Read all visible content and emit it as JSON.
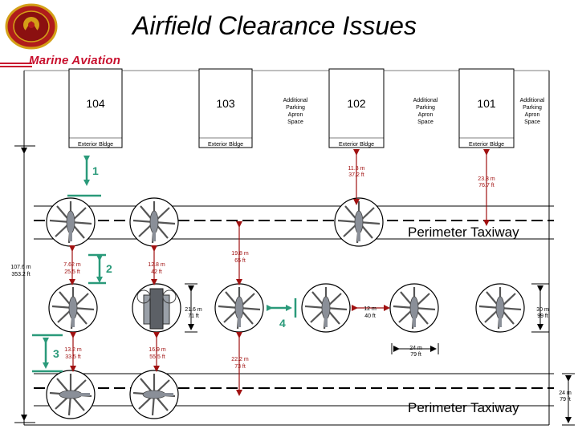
{
  "header": {
    "title": "Airfield Clearance Issues",
    "brand": "Marine Aviation"
  },
  "buildings": [
    {
      "number": "104",
      "label": "Exterior Bldge"
    },
    {
      "number": "103",
      "label": "Exterior Bldge"
    },
    {
      "number": "102",
      "label": "Exterior Bldge"
    },
    {
      "number": "101",
      "label": "Exterior Bldge"
    }
  ],
  "apron_notes": [
    {
      "lines": [
        "Additional",
        "Parking",
        "Apron",
        "Space"
      ]
    },
    {
      "lines": [
        "Additional",
        "Parking",
        "Apron",
        "Space"
      ]
    },
    {
      "lines": [
        "Additional",
        "Parking",
        "Apron",
        "Space"
      ]
    }
  ],
  "taxiways": {
    "upper": "Perimeter Taxiway",
    "lower": "Perimeter Taxiway"
  },
  "markers": [
    "1",
    "2",
    "3",
    "4"
  ],
  "measurements": {
    "overall": [
      "107.6 m",
      "353.2 ft"
    ],
    "bldg102": [
      "11.3 m",
      "37.2 ft"
    ],
    "bldg101": [
      "23.3 m",
      "76.7 ft"
    ],
    "upper_mid": [
      "19.8 m",
      "65 ft"
    ],
    "m1": [
      "7.62 m",
      "25.5 ft"
    ],
    "m2": [
      "12.8 m",
      "42 ft"
    ],
    "row_left": [
      "21.6 m",
      "71 ft"
    ],
    "gap": [
      "12 m",
      "40 ft"
    ],
    "row_right": [
      "30 m",
      "99 ft"
    ],
    "span": [
      "24 m",
      "79 ft"
    ],
    "m3": [
      "13.2 m",
      "33.5 ft"
    ],
    "m4": [
      "16.9 m",
      "55.5 ft"
    ],
    "lower_mid": [
      "22.2 m",
      "73 ft"
    ],
    "taxi_width": [
      "24 m",
      "79 ft"
    ]
  },
  "colors": {
    "brand_red": "#c8102e",
    "dimension_red": "#a01010",
    "marker_green": "#2a9a7a",
    "seal_red": "#b01c1c",
    "seal_gold": "#d4a017"
  },
  "icons": [
    "marine-corps-seal-icon",
    "helicopter-icon",
    "tiltrotor-icon"
  ]
}
